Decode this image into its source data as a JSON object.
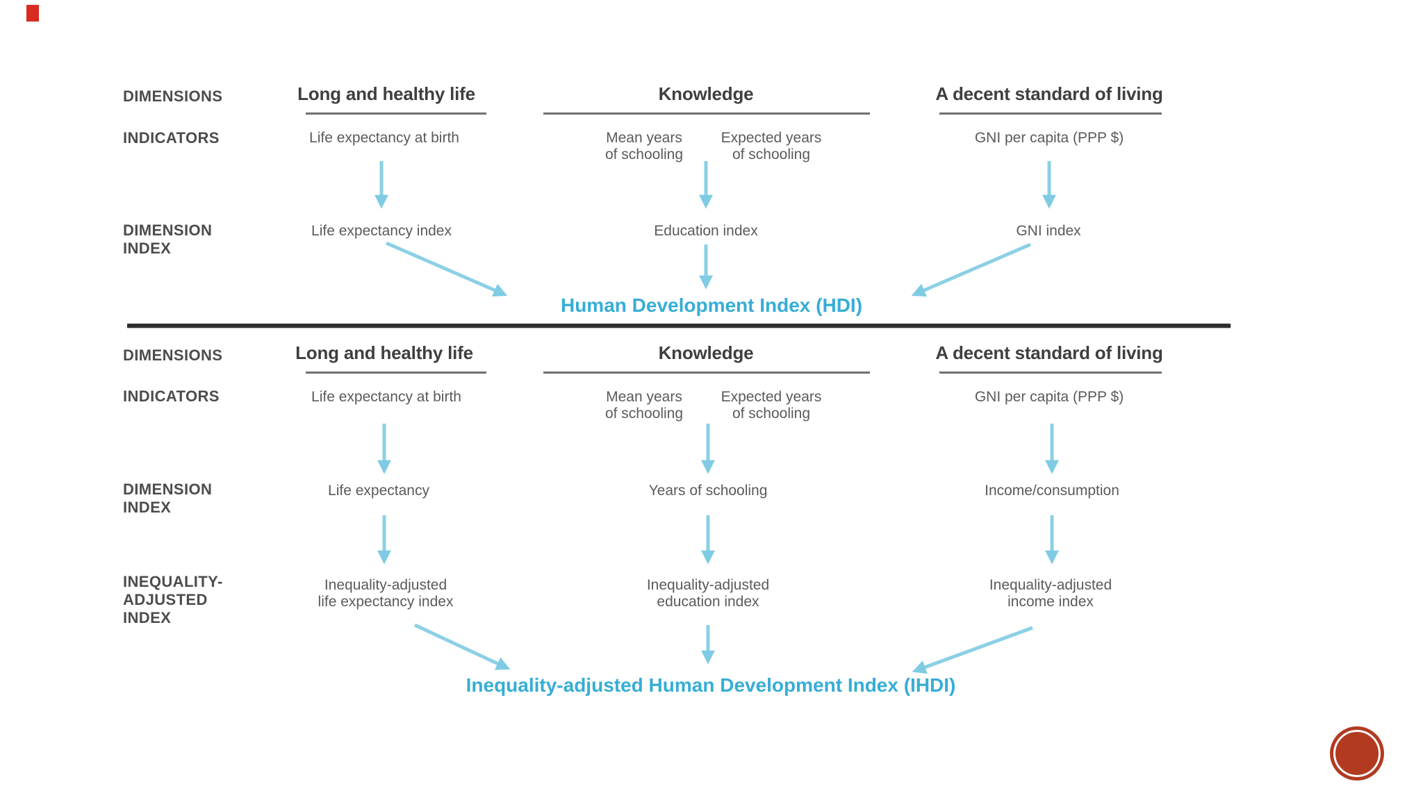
{
  "colors": {
    "result_blue": "#36add5",
    "arrow_blue": "#8bd0e6",
    "divider_dark": "#2e2e2e",
    "badge_red": "#b23a20",
    "corner_mark_red": "#d92b1f",
    "label_gray": "#4c4c4c",
    "body_gray": "#5a5a5a"
  },
  "section1": {
    "rows": {
      "dimensions_label": "DIMENSIONS",
      "indicators_label": "INDICATORS",
      "index_label": "DIMENSION\nINDEX"
    },
    "col1": {
      "header": "Long and healthy life",
      "indicator": "Life expectancy at birth",
      "index": "Life expectancy index"
    },
    "col2": {
      "header": "Knowledge",
      "indicator_mean": "Mean years\nof schooling",
      "indicator_expected": "Expected years\nof schooling",
      "index": "Education index"
    },
    "col3": {
      "header": "A decent standard of living",
      "indicator": "GNI per capita (PPP $)",
      "index": "GNI index"
    },
    "result": "Human Development Index (HDI)"
  },
  "section2": {
    "rows": {
      "dimensions_label": "DIMENSIONS",
      "indicators_label": "INDICATORS",
      "index_label": "DIMENSION\nINDEX",
      "ineq_label": "INEQUALITY-\nADJUSTED\nINDEX"
    },
    "col1": {
      "header": "Long and healthy life",
      "indicator": "Life expectancy at birth",
      "index": "Life expectancy",
      "ineq": "Inequality-adjusted\nlife expectancy index"
    },
    "col2": {
      "header": "Knowledge",
      "indicator_mean": "Mean years\nof schooling",
      "indicator_expected": "Expected years\nof schooling",
      "index": "Years of schooling",
      "ineq": "Inequality-adjusted\neducation index"
    },
    "col3": {
      "header": "A decent standard of living",
      "indicator": "GNI per capita (PPP $)",
      "index": "Income/consumption",
      "ineq": "Inequality-adjusted\nincome index"
    },
    "result": "Inequality-adjusted Human Development Index (IHDI)"
  }
}
